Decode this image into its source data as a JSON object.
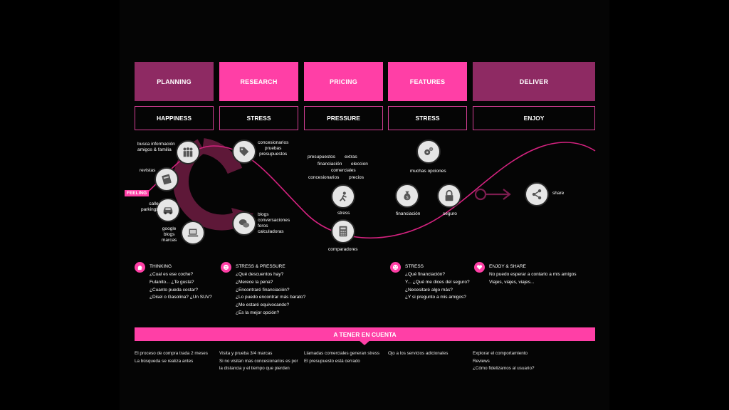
{
  "colors": {
    "pink": "#ff3fa6",
    "dark_pink": "#8e2a63",
    "maroon": "#5e1838",
    "line": "#d4227f"
  },
  "stages": [
    "PLANNING",
    "RESEARCH",
    "PRICING",
    "FEATURES",
    "DELIVER"
  ],
  "emotions": [
    "HAPPINESS",
    "STRESS",
    "PRESSURE",
    "STRESS",
    "ENJOY"
  ],
  "feeling_label": "FEELING",
  "labels": {
    "busca": "busca información\namigos & familia",
    "revistas": "revistas",
    "calle": "calle\nparkings",
    "google": "google\nblogs\nmarcas",
    "concesionarios": "concesionarios\npruebas\npresupuestos",
    "blogs": "blogs\nconversaciones\nforos\ncalculadoras",
    "presupuestos": "presupuestos",
    "extras": "extras",
    "financiacion_p": "financiación",
    "eleccion": "eleccion",
    "comerciales": "comerciales",
    "concesionarios2": "concesionarios",
    "precios": "precios",
    "stress": "stress",
    "comparadores": "comparadores",
    "muchas": "muchas opciones",
    "financiacion": "financiación",
    "seguro": "seguro",
    "share": "share"
  },
  "icons": {
    "people": "people-icon",
    "magazine": "magazine-icon",
    "car": "car-icon",
    "laptop": "laptop-icon",
    "tag": "tag-icon",
    "chat": "chat-icon",
    "stress": "stressed-person-icon",
    "calculator": "calculator-icon",
    "gears": "gears-icon",
    "money": "money-bag-icon",
    "lock": "lock-icon",
    "share": "share-icon"
  },
  "questions": {
    "thinking": {
      "title": "THINKING",
      "lines": [
        "¿Cual es ese coche?",
        "Fulanito... ¿Te gusta?",
        "¿Cuanto pueda costar?",
        "¿Disel o Gasolina? ¿Un SUV?"
      ]
    },
    "stress_pressure": {
      "title": "STRESS & PRESSURE",
      "lines": [
        "¿Qué descuentos hay?",
        "¿Merece la pena?",
        "¿Encontraré financiación?",
        "¿Lo puedo encontrar más barato?",
        "¿Me estaré equivocando?",
        "¿Es la mejor opción?"
      ]
    },
    "stress": {
      "title": "STRESS",
      "lines": [
        "¿Qué financiación?",
        "Y... ¿Qué me dices del seguro?",
        "¿Necesitaré algo más?",
        "¿Y si pregunto a mis amigos?"
      ]
    },
    "enjoy": {
      "title": "ENJOY & SHARE",
      "lines": [
        "No puedo esperar a contarlo a mis amigos",
        "Viajes, viajes, viajes..."
      ]
    }
  },
  "bar_title": "A TENER EN CUENTA",
  "footer": [
    [
      "El proceso de compra trada 2 meses",
      "La búsqueda se realiza antes"
    ],
    [
      "Visita y prueba 3/4 marcas",
      "Si no visitan mas concesionarios es por",
      "la distancia y el tiempo que pierden"
    ],
    [
      "Llamadas comerciales generan stress",
      "El presupuesto está cerrado"
    ],
    [
      "Ojo a los servicios adicionales"
    ],
    [
      "Explorar el comportamiento",
      "Reviews",
      "¿Cómo fidelizamos al usuario?"
    ]
  ]
}
